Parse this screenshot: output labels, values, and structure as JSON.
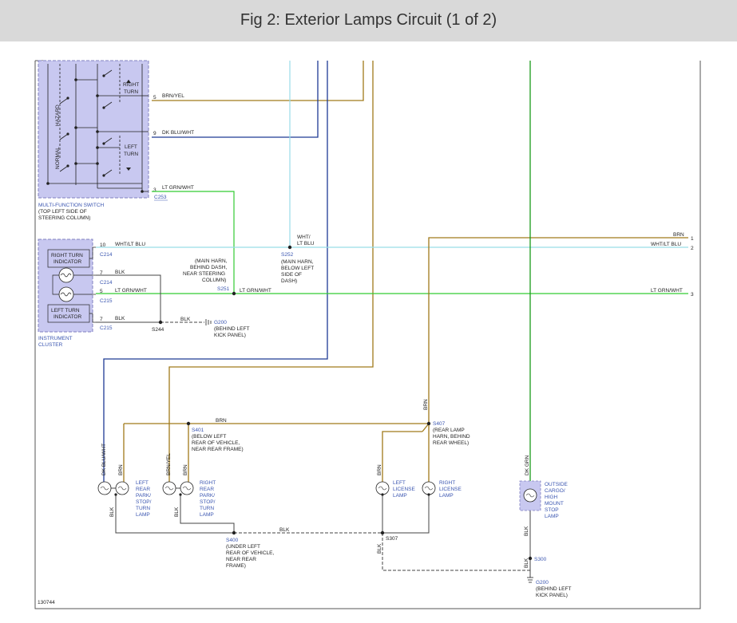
{
  "header": {
    "title": "Fig 2: Exterior Lamps Circuit (1 of 2)"
  },
  "diagram_id": "130744",
  "colors": {
    "brn": "#a07a1a",
    "dkblu": "#1e3a94",
    "ltgrn": "#33cc33",
    "ltblu": "#99dde8",
    "dkgrn": "#1a9a1a",
    "component_fill": "#c8c8f0",
    "component_border": "#8080c0"
  },
  "switch": {
    "hazard": "HAZARD",
    "normal": "NORMAL",
    "right_turn": [
      "RIGHT",
      "TURN"
    ],
    "left_turn": [
      "LEFT",
      "TURN"
    ],
    "title": "MULTI-FUNCTION SWITCH",
    "desc": [
      "(TOP LEFT SIDE OF",
      "STEERING COLUMN)"
    ],
    "connector": "C253",
    "pins": [
      {
        "pin": "5",
        "wire": "BRN/YEL"
      },
      {
        "pin": "9",
        "wire": "DK BLU/WHT"
      },
      {
        "pin": "3",
        "wire": "LT GRN/WHT"
      }
    ]
  },
  "cluster": {
    "right_indicator": [
      "RIGHT TURN",
      "INDICATOR"
    ],
    "left_indicator": [
      "LEFT TURN",
      "INDICATOR"
    ],
    "title": "INSTRUMENT",
    "title2": "CLUSTER",
    "pins": [
      {
        "pin": "10",
        "connector": "C214",
        "wire": "WHT/LT BLU"
      },
      {
        "pin": "7",
        "connector": "C214",
        "wire": "BLK"
      },
      {
        "pin": "5",
        "connector": "C215",
        "wire": "LT GRN/WHT"
      },
      {
        "pin": "7",
        "connector": "C215",
        "wire": "BLK"
      }
    ]
  },
  "splices": {
    "s244": "S244",
    "s251": {
      "id": "S251",
      "desc": [
        "(MAIN HARN,",
        "BEHIND DASH,",
        "NEAR STEERING",
        "COLUMN)"
      ]
    },
    "s252": {
      "id": "S252",
      "desc": [
        "(MAIN HARN,",
        "BELOW LEFT",
        "SIDE OF",
        "DASH)"
      ]
    },
    "s401": {
      "id": "S401",
      "desc": [
        "(BELOW LEFT",
        "REAR OF VEHICLE,",
        "NEAR REAR FRAME)"
      ]
    },
    "s407": {
      "id": "S407",
      "desc": [
        "(REAR LAMP",
        "HARN, BEHIND",
        "REAR WHEEL)"
      ]
    },
    "s400": {
      "id": "S400",
      "desc": [
        "(UNDER LEFT",
        "REAR OF VEHICLE,",
        "NEAR REAR",
        "FRAME)"
      ]
    },
    "s307": "S307",
    "s300": "S300"
  },
  "grounds": {
    "g200_top": {
      "id": "G200",
      "desc": [
        "(BEHIND LEFT",
        "KICK PANEL)"
      ]
    },
    "g200_bottom": {
      "id": "G200",
      "desc": [
        "(BEHIND LEFT",
        "KICK PANEL)"
      ]
    }
  },
  "wires": {
    "wht_lt_blu": "WHT/LT BLU",
    "wht_lt_blu_split": [
      "WHT/",
      "LT BLU"
    ],
    "lt_grn_wht": "LT GRN/WHT",
    "brn": "BRN",
    "blk": "BLK",
    "dk_blu_wht": "DK BLU/WHT",
    "brn_yel": "BRN/YEL",
    "dk_grn": "DK GRN"
  },
  "right_connector": [
    {
      "pin": "1",
      "wire": "BRN"
    },
    {
      "pin": "2",
      "wire": "WHT/LT BLU"
    },
    {
      "pin": "3",
      "wire": "LT GRN/WHT"
    }
  ],
  "lamps": {
    "left_rear": [
      "LEFT",
      "REAR",
      "PARK/",
      "STOP/",
      "TURN",
      "LAMP"
    ],
    "right_rear": [
      "RIGHT",
      "REAR",
      "PARK/",
      "STOP/",
      "TURN",
      "LAMP"
    ],
    "left_license": [
      "LEFT",
      "LICENSE",
      "LAMP"
    ],
    "right_license": [
      "RIGHT",
      "LICENSE",
      "LAMP"
    ],
    "high_mount": [
      "OUTSIDE",
      "CARGO/",
      "HIGH",
      "MOUNT",
      "STOP",
      "LAMP"
    ]
  }
}
